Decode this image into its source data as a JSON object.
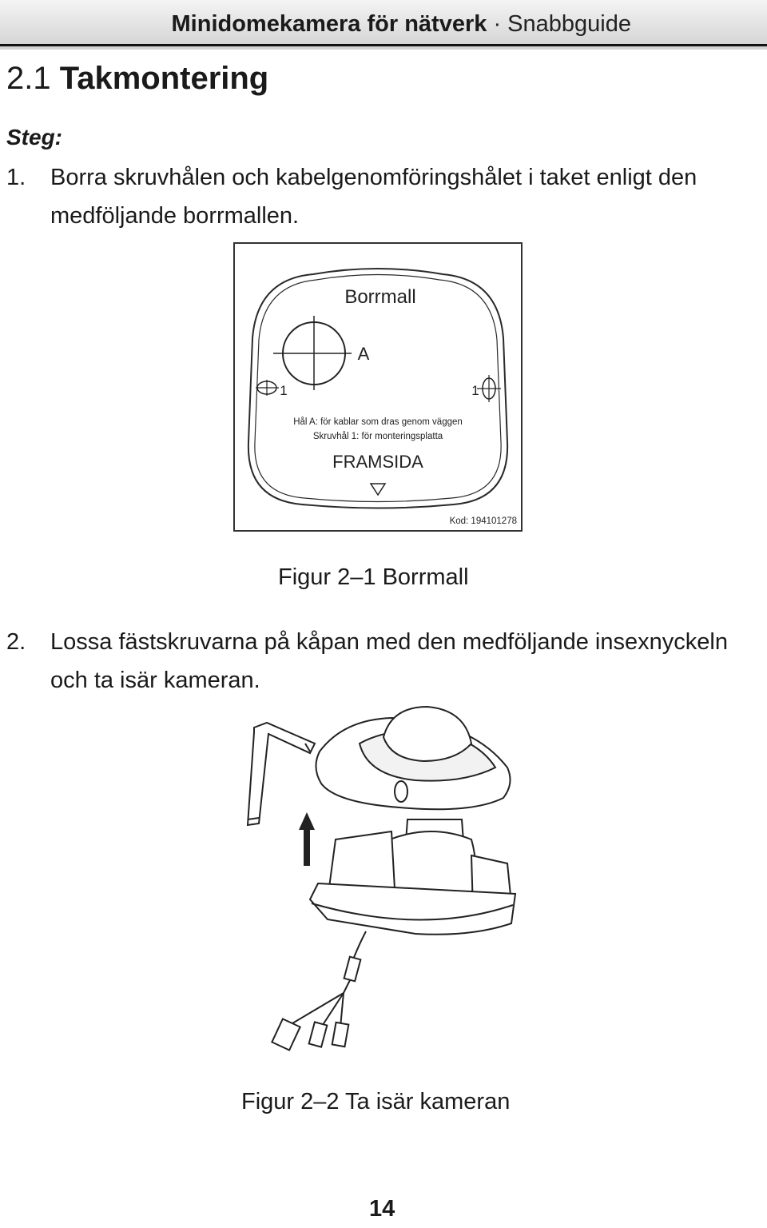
{
  "header": {
    "product": "Minidomekamera för nätverk",
    "separator": "·",
    "guide": "Snabbguide"
  },
  "section": {
    "number": "2.1",
    "title": "Takmontering"
  },
  "steps_label": "Steg:",
  "steps": [
    {
      "number": "1.",
      "text": "Borra skruvhålen och kabelgenomföringshålet i taket enligt den medföljande borrmallen."
    },
    {
      "number": "2.",
      "text": "Lossa fästskruvarna på kåpan med den medföljande insexnyckeln och ta isär kameran."
    }
  ],
  "template": {
    "title": "Borrmall",
    "hole_a": "A",
    "screw_left": "1",
    "screw_right": "1",
    "note_a": "Hål A: för kablar som dras genom väggen",
    "note_1": "Skruvhål 1: för monteringsplatta",
    "front": "FRAMSIDA",
    "code": "Kod: 194101278"
  },
  "figures": [
    {
      "caption": "Figur 2–1 Borrmall"
    },
    {
      "caption": "Figur 2–2 Ta isär kameran"
    }
  ],
  "page_number": "14"
}
